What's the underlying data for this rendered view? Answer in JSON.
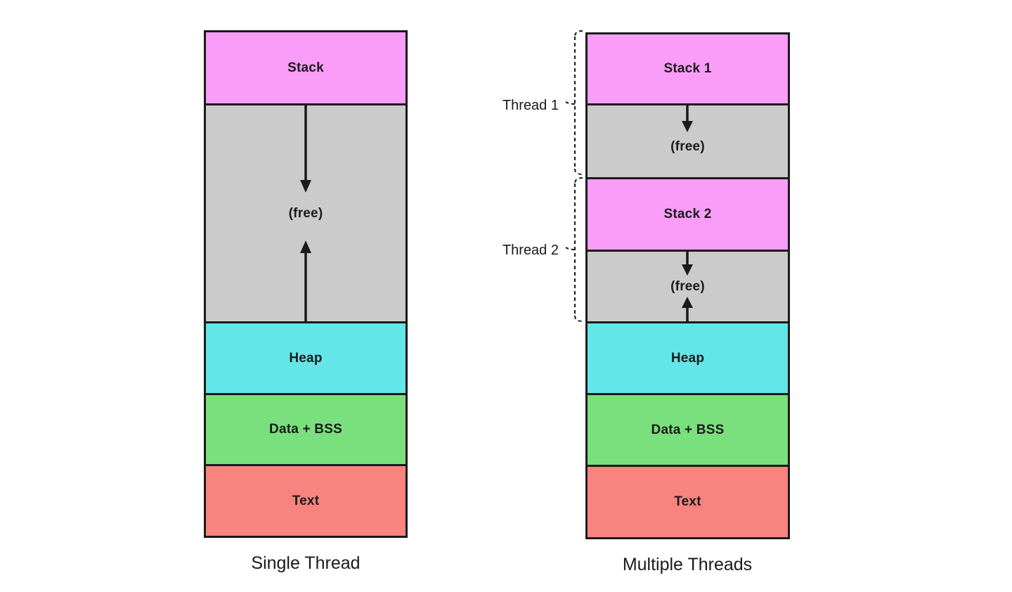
{
  "colors": {
    "pink": "#FA9DF8",
    "gray": "#CBCBCB",
    "cyan": "#63E6E8",
    "green": "#79E07D",
    "red": "#F8837F",
    "border": "#1A1A1A"
  },
  "left_diagram": {
    "caption": "Single Thread",
    "segments": [
      {
        "label": "Stack",
        "color": "#FA9DF8"
      },
      {
        "label": "(free)",
        "color": "#CBCBCB"
      },
      {
        "label": "Heap",
        "color": "#63E6E8"
      },
      {
        "label": "Data + BSS",
        "color": "#79E07D"
      },
      {
        "label": "Text",
        "color": "#F8837F"
      }
    ]
  },
  "right_diagram": {
    "caption": "Multiple Threads",
    "thread_labels": [
      {
        "label": "Thread 1"
      },
      {
        "label": "Thread 2"
      }
    ],
    "segments": [
      {
        "label": "Stack 1",
        "color": "#FA9DF8"
      },
      {
        "label": "(free)",
        "color": "#CBCBCB"
      },
      {
        "label": "Stack 2",
        "color": "#FA9DF8"
      },
      {
        "label": "(free)",
        "color": "#CBCBCB"
      },
      {
        "label": "Heap",
        "color": "#63E6E8"
      },
      {
        "label": "Data + BSS",
        "color": "#79E07D"
      },
      {
        "label": "Text",
        "color": "#F8837F"
      }
    ]
  }
}
